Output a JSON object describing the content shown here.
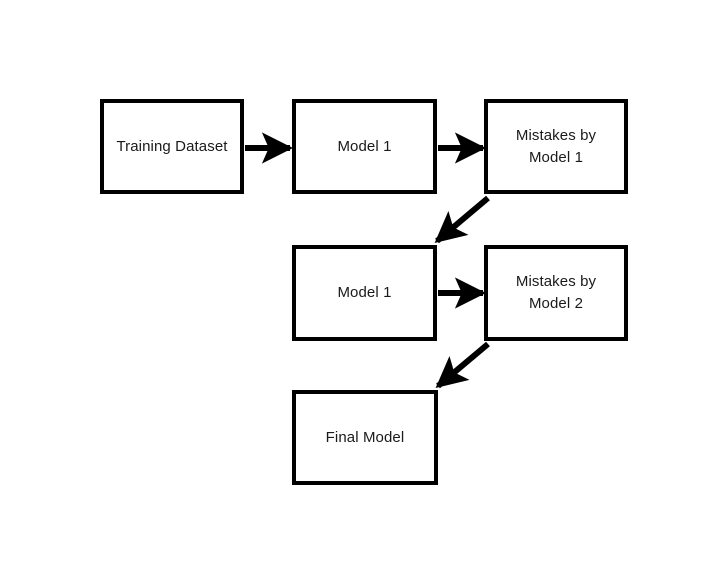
{
  "diagram": {
    "title": "Boosting ensemble flow diagram",
    "background_color": "#ffffff",
    "stroke_color": "#000000",
    "text_color": "#1a1a1a",
    "nodes": [
      {
        "id": "training-dataset",
        "label": "Training Dataset",
        "shape": "rectangle"
      },
      {
        "id": "model-1",
        "label": "Model 1",
        "shape": "rectangle"
      },
      {
        "id": "mistakes-1",
        "label": "Mistakes by\nModel 1",
        "shape": "rectangle"
      },
      {
        "id": "model-2",
        "label": "Model 1",
        "shape": "rectangle"
      },
      {
        "id": "mistakes-2",
        "label": "Mistakes by\nModel 2",
        "shape": "rectangle"
      },
      {
        "id": "final-model",
        "label": "Final Model",
        "shape": "rectangle"
      }
    ],
    "edges": [
      {
        "id": "edge-dataset-to-model1",
        "from": "training-dataset",
        "to": "model-1",
        "direction": "horizontal",
        "arrowhead": "end",
        "label": ""
      },
      {
        "id": "edge-model1-to-mistakes1",
        "from": "model-1",
        "to": "mistakes-1",
        "direction": "horizontal",
        "arrowhead": "end",
        "label": ""
      },
      {
        "id": "edge-mistakes1-to-model2",
        "from": "mistakes-1",
        "to": "model-2",
        "direction": "diagonal-down-left",
        "arrowhead": "end",
        "label": ""
      },
      {
        "id": "edge-model2-to-mistakes2",
        "from": "model-2",
        "to": "mistakes-2",
        "direction": "horizontal",
        "arrowhead": "end",
        "label": ""
      },
      {
        "id": "edge-mistakes2-to-final",
        "from": "mistakes-2",
        "to": "final-model",
        "direction": "diagonal-down-left",
        "arrowhead": "end",
        "label": ""
      }
    ]
  }
}
